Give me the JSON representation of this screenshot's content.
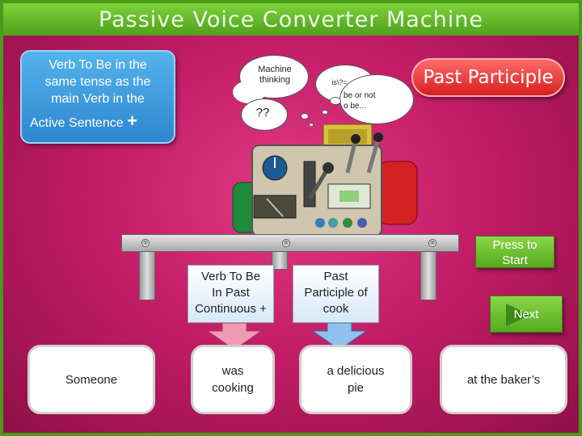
{
  "title": "Passive Voice Converter Machine",
  "blue_box": {
    "line1": "Verb To Be in the",
    "line2": "same tense as the",
    "line3": "main Verb in the",
    "line4": "Active Sentence",
    "plus": "+"
  },
  "past_participle_box": "Past Participle",
  "thinking": {
    "machine_line1": "Machine",
    "machine_line2": "thinking",
    "question": "??",
    "formula": "is\\?=",
    "quote_line1": "be or not",
    "quote_line2": "o be..."
  },
  "labels": {
    "left_line1": "Verb To Be",
    "left_line2": "In Past",
    "left_line3": "Continuous +",
    "right_line1": "Past",
    "right_line2": "Participle of",
    "right_line3": "cook"
  },
  "answers": {
    "subject": "Someone",
    "verb_to_be_line1": "was",
    "verb_to_be_line2": "cooking",
    "object_line1": "a delicious",
    "object_line2": "pie",
    "place": "at the baker’s"
  },
  "buttons": {
    "press_line1": "Press to",
    "press_line2": "Start",
    "next": "Next"
  },
  "colors": {
    "background": "#c41d67",
    "title_bar": "#5fb526",
    "blue_box": "#3a96dc",
    "red_box": "#e42a2a",
    "green_button": "#6fc033"
  }
}
